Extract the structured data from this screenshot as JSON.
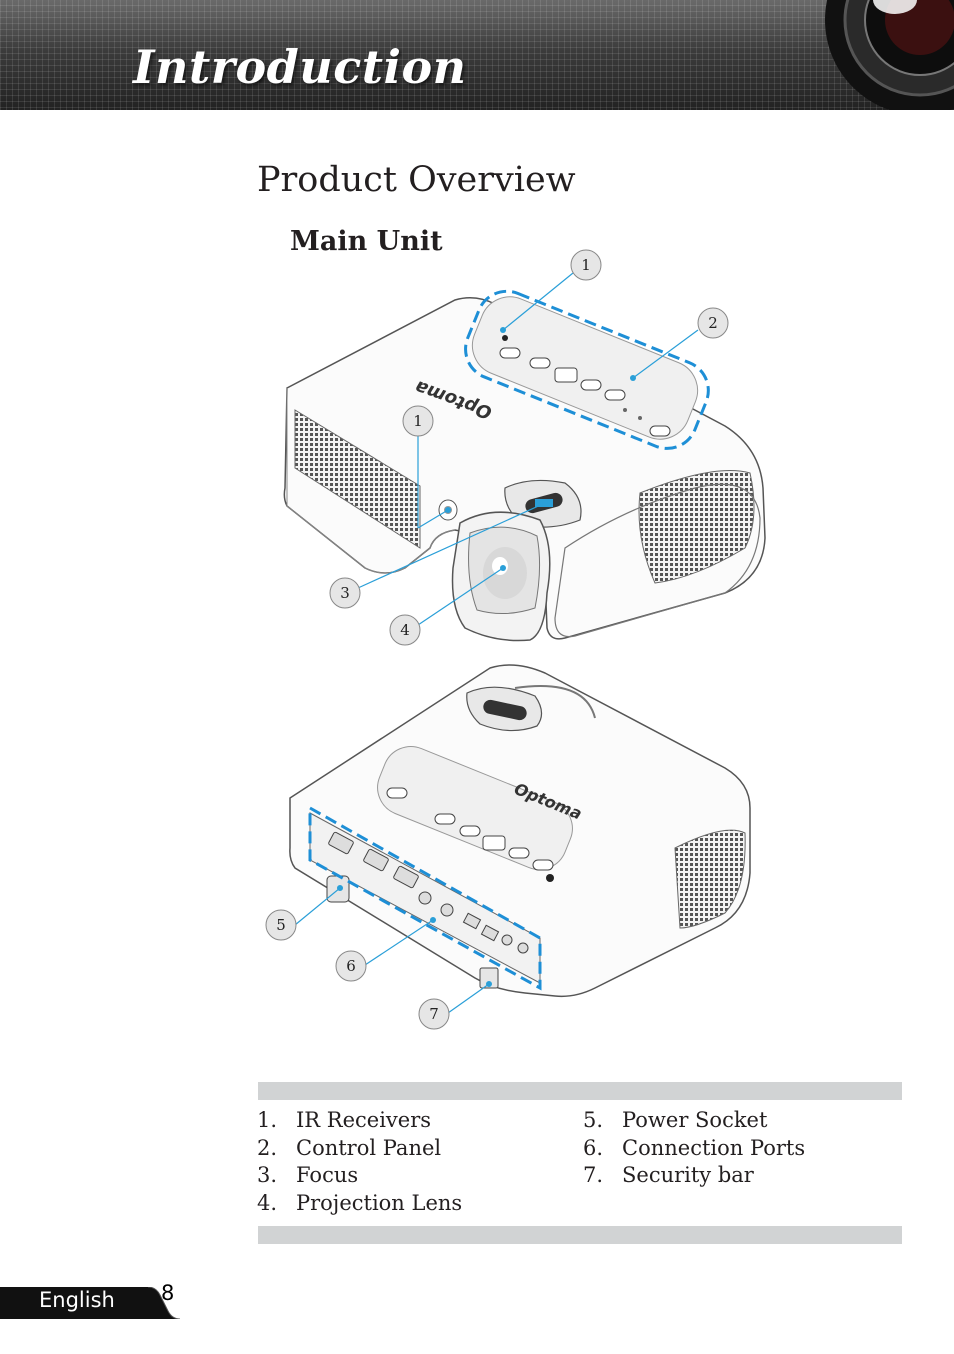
{
  "header": {
    "title": "Introduction"
  },
  "section": {
    "title": "Product Overview",
    "subtitle": "Main Unit"
  },
  "figure": {
    "brand": "Optoma",
    "callouts": [
      "1",
      "2",
      "1",
      "3",
      "4",
      "5",
      "6",
      "7"
    ]
  },
  "parts": {
    "left": [
      {
        "num": "1.",
        "label": "IR Receivers"
      },
      {
        "num": "2.",
        "label": "Control Panel"
      },
      {
        "num": "3.",
        "label": "Focus"
      },
      {
        "num": "4.",
        "label": "Projection Lens"
      }
    ],
    "right": [
      {
        "num": "5.",
        "label": "Power Socket"
      },
      {
        "num": "6.",
        "label": "Connection Ports"
      },
      {
        "num": "7.",
        "label": "Security bar"
      }
    ]
  },
  "footer": {
    "language": "English",
    "page": "8"
  },
  "colors": {
    "callout_line": "#2a9fd8",
    "dashed_highlight": "#1e8fd6",
    "rule": "#d1d3d4"
  }
}
